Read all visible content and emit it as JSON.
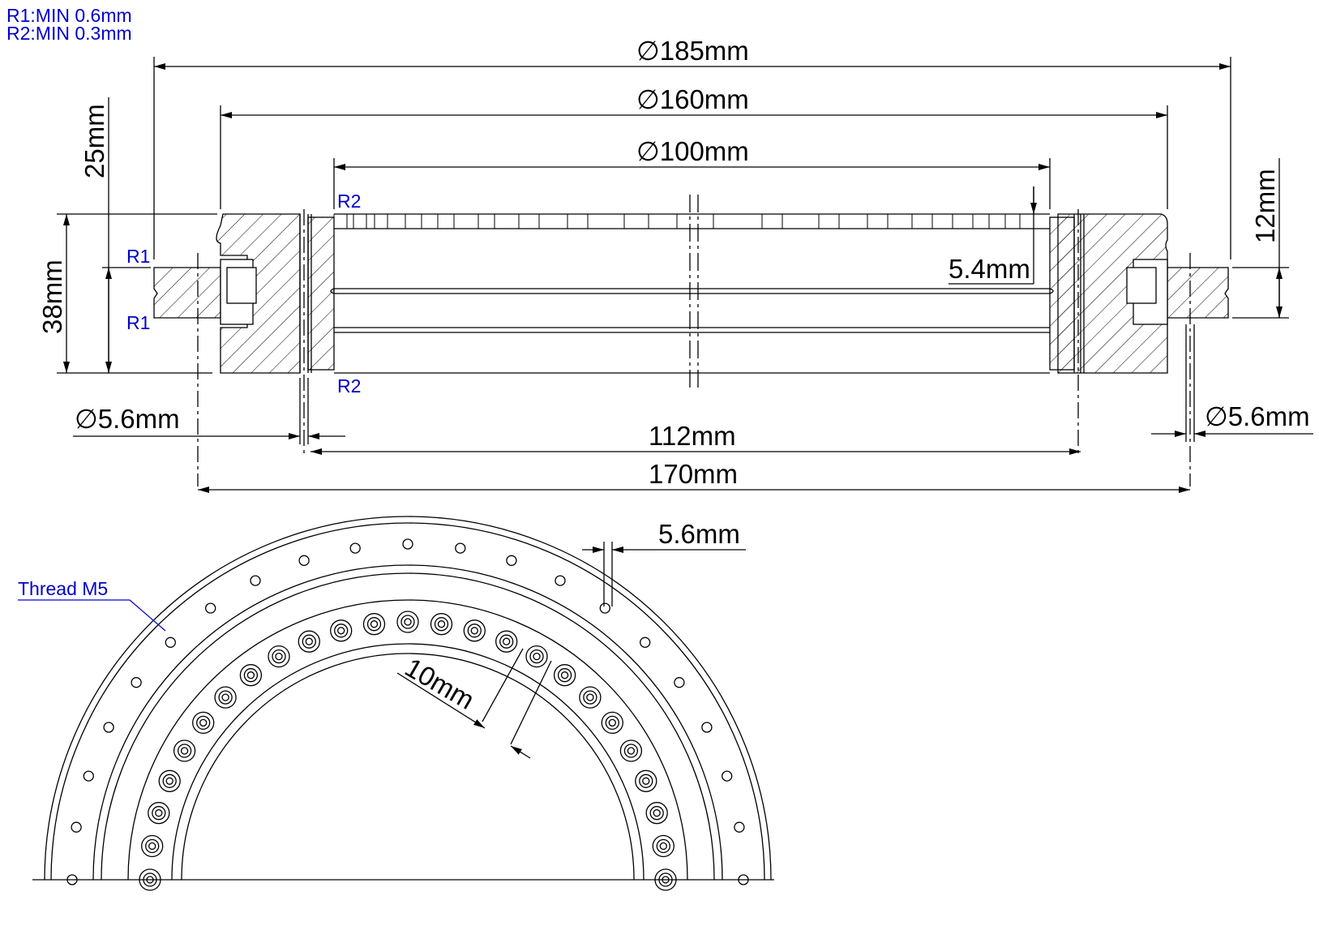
{
  "notes": {
    "r1": "R1:MIN 0.6mm",
    "r2": "R2:MIN 0.3mm"
  },
  "dimensions": {
    "outer_diameter": "∅185mm",
    "bolt_circle_outer": "∅160mm",
    "inner_diameter": "∅100mm",
    "upper_height": "25mm",
    "total_height": "38mm",
    "flange_height": "12mm",
    "groove_depth": "5.4mm",
    "hole_left": "∅5.6mm",
    "hole_right": "∅5.6mm",
    "inner_hole_span": "112mm",
    "outer_hole_span": "170mm",
    "hole_dia_plan": "5.6mm",
    "pitch": "10mm"
  },
  "radius_labels": {
    "r1_upper": "R1",
    "r1_lower": "R1",
    "r2_upper": "R2",
    "r2_lower": "R2"
  },
  "callouts": {
    "thread": "Thread M5"
  },
  "colors": {
    "line": "#000000",
    "annotation": "#0000cc"
  }
}
